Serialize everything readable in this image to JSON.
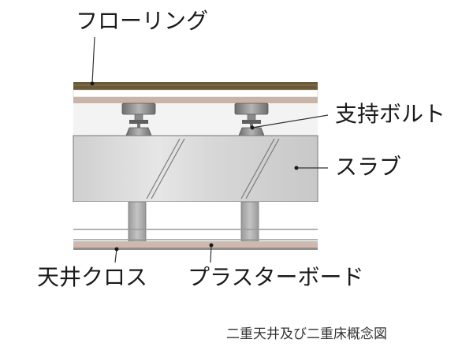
{
  "labels": {
    "flooring": "フローリング",
    "support_bolt": "支持ボルト",
    "slab": "スラブ",
    "ceiling_cloth": "天井クロス",
    "plasterboard": "プラスターボード"
  },
  "caption": "二重天井及び二重床概念図",
  "colors": {
    "flooring": "#6b5a3a",
    "floor_underlay": "#c9b4a8",
    "slab_fill": "#d6d6d6",
    "bolt": "#8a8a8a",
    "joist": "#b0b0b0",
    "ceiling_board": "#cfb9ad",
    "line": "#666666"
  }
}
